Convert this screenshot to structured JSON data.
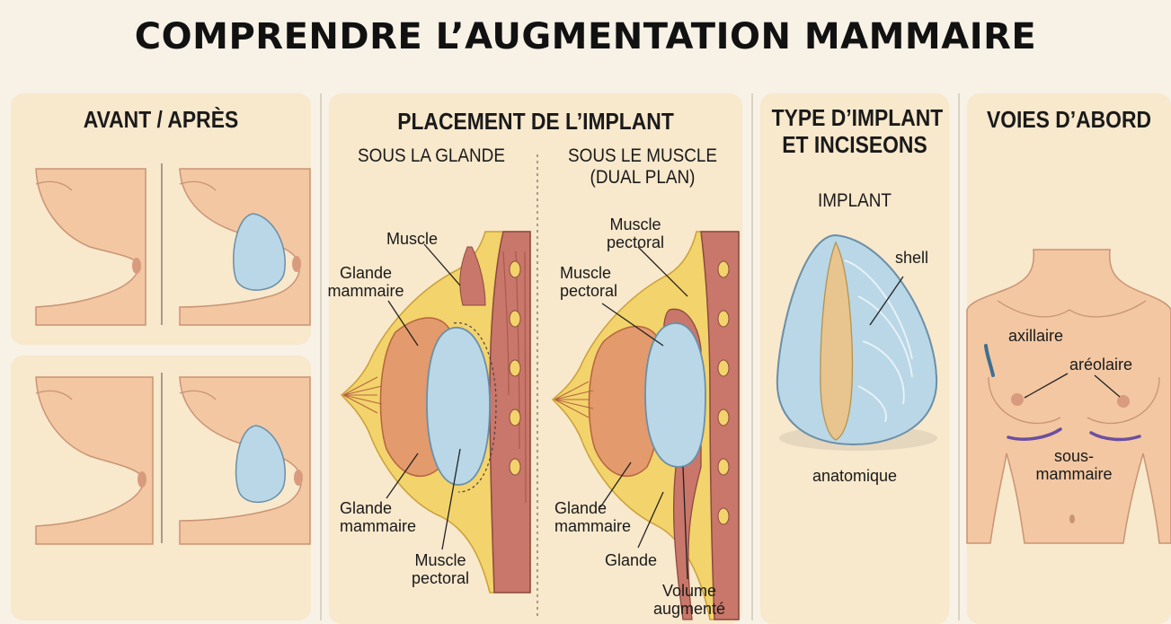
{
  "title": "COMPRENDRE L’AUGMENTATION MAMMAIRE",
  "panels": {
    "before_after": {
      "title": "AVANT / APRÈS"
    },
    "placement": {
      "title": "PLACEMENT DE L’IMPLANT",
      "left_sub": "SOUS LA GLANDE",
      "right_sub_1": "SOUS LE MUSCLE",
      "right_sub_2": "(DUAL PLAN)",
      "left_labels": {
        "muscle": "Muscle",
        "glande_1": "Glande",
        "glande_2": "mammaire",
        "glande_b1": "Glande",
        "glande_b2": "mammaire",
        "pectoral_1": "Muscle",
        "pectoral_2": "pectoral"
      },
      "right_labels": {
        "pect_a1": "Muscle",
        "pect_a2": "pectoral",
        "pect_b1": "Muscle",
        "pect_b2": "pectoral",
        "glande_1": "Glande",
        "glande_2": "mammaire",
        "glande": "Glande",
        "volume_1": "Volume",
        "volume_2": "augmenté"
      }
    },
    "implant_type": {
      "title_1": "TYPE D’IMPLANT",
      "title_2": "ET INCISEONS",
      "subtitle": "IMPLANT",
      "shell": "shell",
      "caption": "anatomique"
    },
    "incisions": {
      "title": "VOIES D’ABORD",
      "axillaire": "axillaire",
      "areolaire": "aréolaire",
      "sous_1": "sous-",
      "sous_2": "mammaire"
    }
  },
  "colors": {
    "background": "#f7f1e6",
    "panel": "#f8e8cc",
    "skin": "#f2c7a2",
    "implant": "#b9d7e6",
    "muscle": "#c9776a",
    "fat": "#f3d36b",
    "gland": "#e39a6c",
    "incision_axillary": "#3f6f8f",
    "incision_inframammary": "#6b4fa0"
  }
}
